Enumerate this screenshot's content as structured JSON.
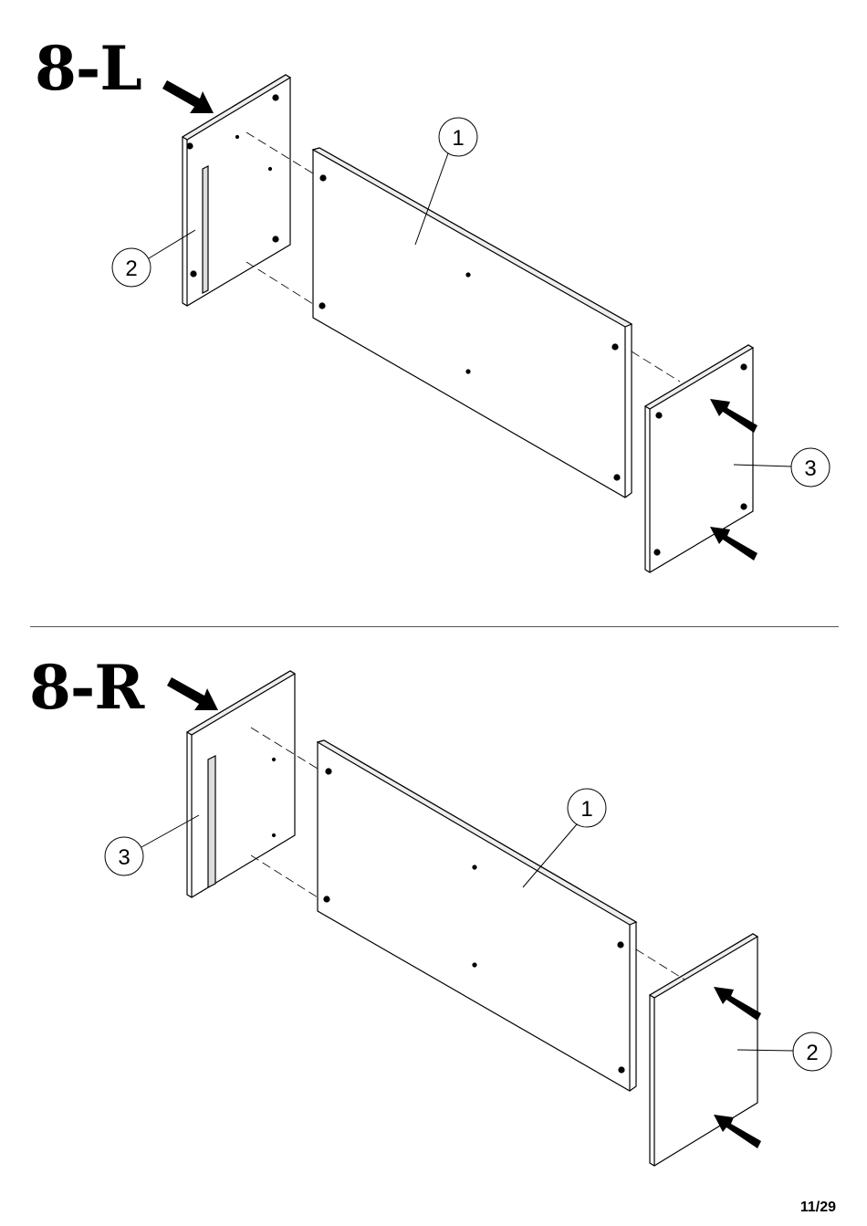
{
  "steps": [
    {
      "title": "8-L",
      "callouts": [
        "1",
        "2",
        "3"
      ]
    },
    {
      "title": "8-R",
      "callouts": [
        "1",
        "3",
        "2"
      ]
    }
  ],
  "page_number": "11/29",
  "icons": [
    "push-arrow-icon"
  ]
}
